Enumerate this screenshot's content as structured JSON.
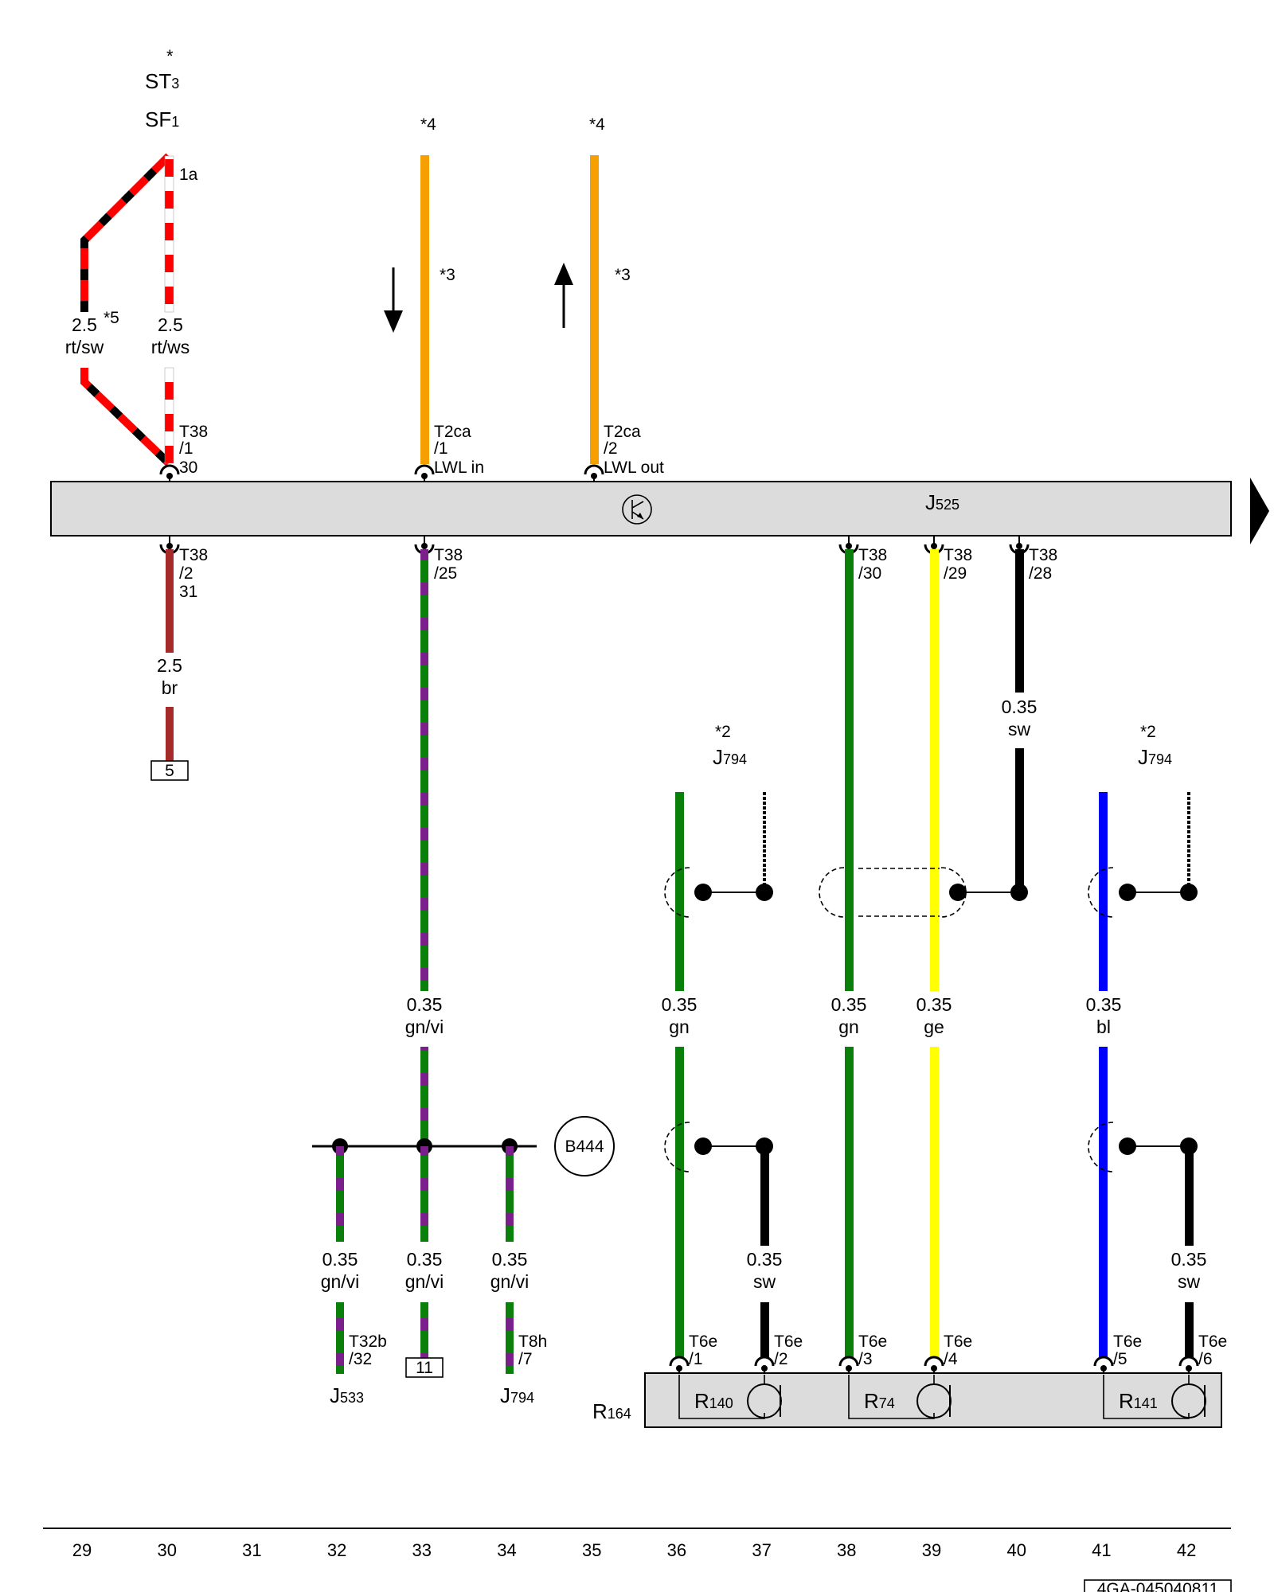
{
  "diagram": {
    "doc_id": "4GA-045040811",
    "ground_ref": "B444",
    "column_numbers": [
      "29",
      "30",
      "31",
      "32",
      "33",
      "34",
      "35",
      "36",
      "37",
      "38",
      "39",
      "40",
      "41",
      "42"
    ],
    "top": {
      "star_mark": "*",
      "st": "ST",
      "st_sub": "3",
      "sf": "SF",
      "sf_sub": "1",
      "pin_1a": "1a",
      "note_5": "*5",
      "note_4a": "*4",
      "note_4b": "*4",
      "note_3a": "*3",
      "note_3b": "*3",
      "note_2a": "*2",
      "note_2b": "*2"
    },
    "module": {
      "name": "J",
      "sub": "525"
    },
    "colors": {
      "rt": "#ff0000",
      "sw": "#000000",
      "ws": "#ffffff",
      "br": "#a52a2a",
      "gn": "#0a7f0a",
      "vi": "#7b1f8a",
      "ge": "#ffff00",
      "bl": "#0000ff",
      "or": "#f5a000",
      "module_fill": "#dcdcdc"
    },
    "wires": [
      {
        "size": "2.5",
        "color": "rt/sw"
      },
      {
        "size": "2.5",
        "color": "rt/ws"
      },
      {
        "size": "2.5",
        "color": "br"
      },
      {
        "size": "0.35",
        "color": "sw"
      },
      {
        "size": "0.35",
        "color": "gn/vi"
      },
      {
        "size": "0.35",
        "color": "gn"
      },
      {
        "size": "0.35",
        "color": "gn"
      },
      {
        "size": "0.35",
        "color": "ge"
      },
      {
        "size": "0.35",
        "color": "bl"
      },
      {
        "size": "0.35",
        "color": "gn/vi"
      },
      {
        "size": "0.35",
        "color": "gn/vi"
      },
      {
        "size": "0.35",
        "color": "gn/vi"
      },
      {
        "size": "0.35",
        "color": "sw"
      },
      {
        "size": "0.35",
        "color": "sw"
      }
    ],
    "connectors": [
      {
        "l1": "T38",
        "l2": "/1",
        "l3": "30"
      },
      {
        "l1": "T2ca",
        "l2": "/1",
        "l3": "LWL in"
      },
      {
        "l1": "T2ca",
        "l2": "/2",
        "l3": "LWL out"
      },
      {
        "l1": "T38",
        "l2": "/2",
        "l3": "31"
      },
      {
        "l1": "T38",
        "l2": "/25",
        "l3": ""
      },
      {
        "l1": "T38",
        "l2": "/30",
        "l3": ""
      },
      {
        "l1": "T38",
        "l2": "/29",
        "l3": ""
      },
      {
        "l1": "T38",
        "l2": "/28",
        "l3": ""
      },
      {
        "l1": "T32b",
        "l2": "/32",
        "l3": ""
      },
      {
        "l1": "T8h",
        "l2": "/7",
        "l3": ""
      },
      {
        "l1": "T6e",
        "l2": "/1",
        "l3": ""
      },
      {
        "l1": "T6e",
        "l2": "/2",
        "l3": ""
      },
      {
        "l1": "T6e",
        "l2": "/3",
        "l3": ""
      },
      {
        "l1": "T6e",
        "l2": "/4",
        "l3": ""
      },
      {
        "l1": "T6e",
        "l2": "/5",
        "l3": ""
      },
      {
        "l1": "T6e",
        "l2": "/6",
        "l3": ""
      }
    ],
    "refs": [
      {
        "name": "J",
        "sub": "794"
      },
      {
        "name": "J",
        "sub": "794"
      },
      {
        "name": "J",
        "sub": "533"
      },
      {
        "name": "J",
        "sub": "794"
      },
      {
        "name": "R",
        "sub": "164"
      },
      {
        "name": "R",
        "sub": "140"
      },
      {
        "name": "R",
        "sub": "74"
      },
      {
        "name": "R",
        "sub": "141"
      }
    ],
    "boxes": [
      "5",
      "11"
    ]
  }
}
